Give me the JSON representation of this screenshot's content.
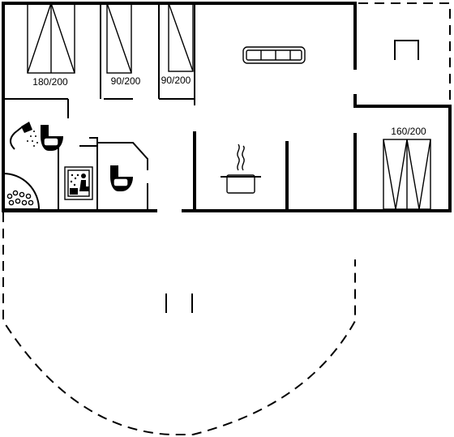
{
  "floor_plan": {
    "beds": [
      {
        "id": "bed-1",
        "label": "180/200"
      },
      {
        "id": "bed-2",
        "label": "90/200"
      },
      {
        "id": "bed-3",
        "label": "90/200"
      },
      {
        "id": "bed-4",
        "label": "160/200"
      }
    ],
    "icons": [
      "sofa-icon",
      "cooking-pot-icon",
      "shower-icon",
      "toilet-icon",
      "sauna-icon",
      "whirlpool-icon",
      "chair-icon"
    ]
  }
}
